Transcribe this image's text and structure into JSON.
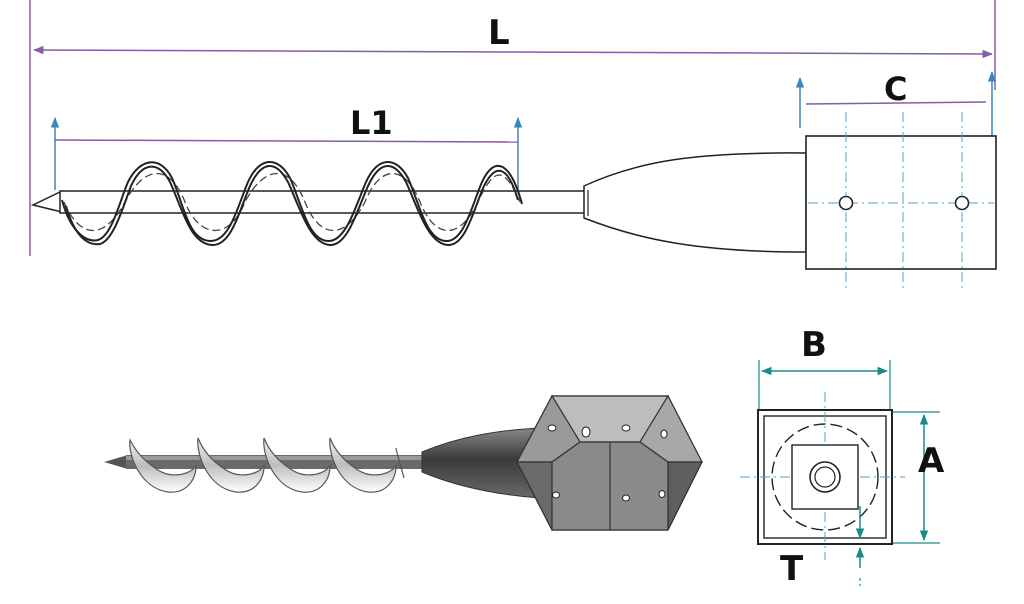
{
  "labels": {
    "L": "L",
    "L1": "L1",
    "C": "C",
    "B": "B",
    "A": "A",
    "T": "T"
  },
  "colors": {
    "outline": "#222222",
    "purple_dim": "#8a5ba8",
    "blue_dim": "#3a86b8",
    "teal_dim": "#1a8a8a",
    "center_line": "#4aa3c8",
    "metal_dark": "#555555",
    "metal_light": "#cfcfcf"
  }
}
